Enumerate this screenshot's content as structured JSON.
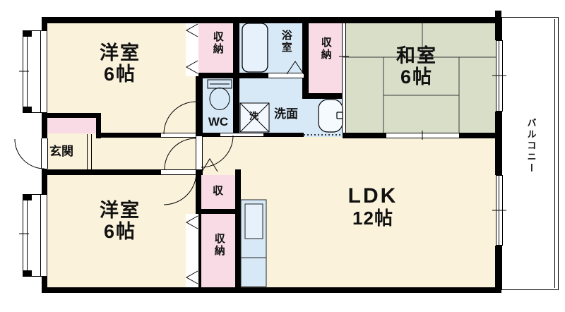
{
  "floorplan": {
    "rooms": {
      "western1": {
        "name": "洋室",
        "size": "6帖"
      },
      "western2": {
        "name": "洋室",
        "size": "6帖"
      },
      "japanese": {
        "name": "和室",
        "size": "6帖"
      },
      "ldk": {
        "name": "LDK",
        "size": "12帖"
      },
      "entrance": {
        "name": "玄関"
      },
      "wc": {
        "name": "WC"
      },
      "bath": {
        "name": "浴室"
      },
      "washroom": {
        "name": "洗面"
      },
      "washer": {
        "name": "洗"
      },
      "closet_top": {
        "name": "収納"
      },
      "closet_right": {
        "name": "収納"
      },
      "closet_small": {
        "name": "収"
      },
      "closet_bottom": {
        "name": "収納"
      },
      "balcony": {
        "name": "バルコニー"
      }
    },
    "colors": {
      "floor_cream": "#FBF2DC",
      "closet_pink": "#F8DBE4",
      "wet_area_blue": "#D7E9F7",
      "tatami_green": "#D9DEC8",
      "wall_black": "#000000"
    }
  }
}
